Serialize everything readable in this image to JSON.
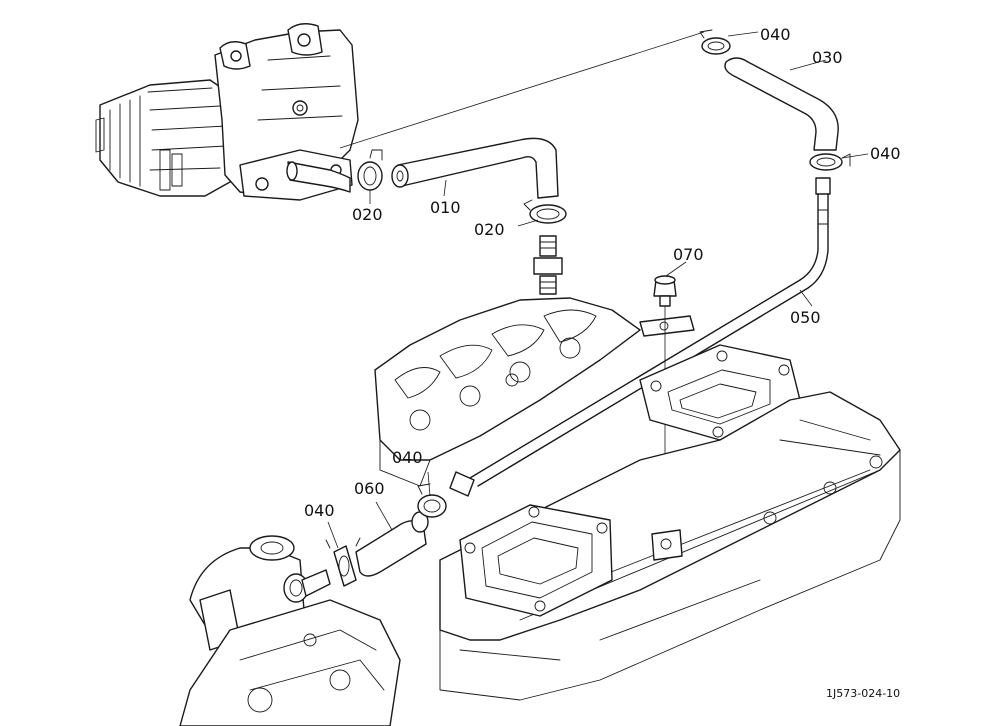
{
  "parts": {
    "p010": "010",
    "p020a": "020",
    "p020b": "020",
    "p030": "030",
    "p040a": "040",
    "p040b": "040",
    "p040c": "040",
    "p040d": "040",
    "p050": "050",
    "p060": "060",
    "p070": "070"
  },
  "figure_ref": "1J573-024-10"
}
